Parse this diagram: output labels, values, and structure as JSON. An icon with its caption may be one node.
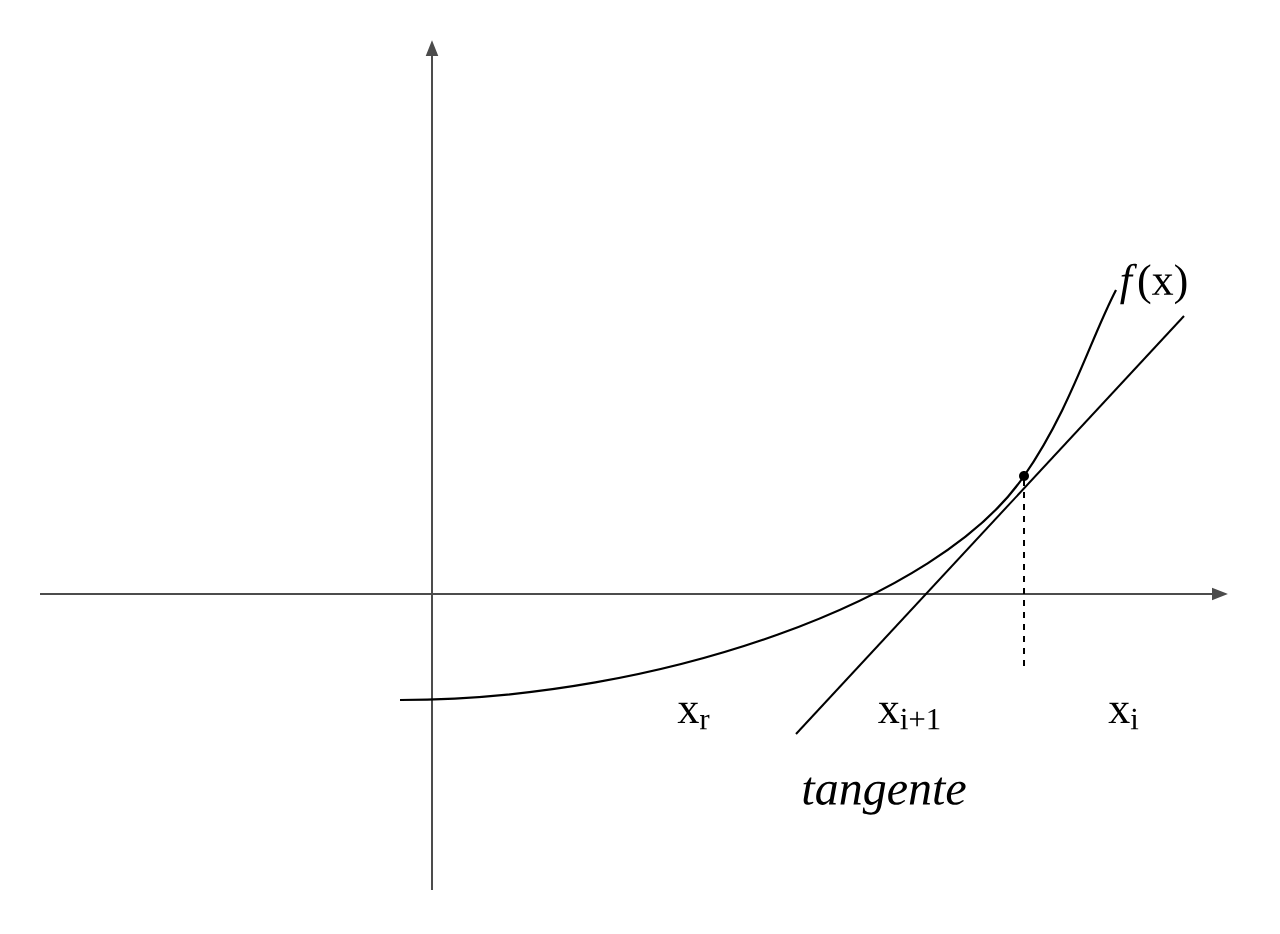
{
  "diagram": {
    "labels": [
      "*f*(x)",
      "x$_{r}$",
      "x$_{i+1}$",
      "x$_{i}$",
      "tangente"
    ]
  }
}
